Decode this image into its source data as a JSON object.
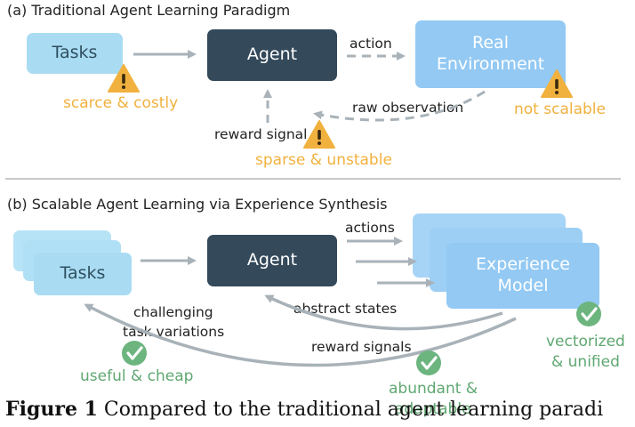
{
  "section_a": {
    "title": "(a) Traditional Agent Learning Paradigm",
    "tasks": "Tasks",
    "agent": "Agent",
    "env_line1": "Real",
    "env_line2": "Environment",
    "action": "action",
    "raw_observation": "raw observation",
    "reward_signal": "reward signal",
    "scarce": "scarce & costly",
    "sparse": "sparse & unstable",
    "not_scalable": "not scalable"
  },
  "section_b": {
    "title": "(b) Scalable Agent Learning via Experience Synthesis",
    "tasks": "Tasks",
    "agent": "Agent",
    "model_line1": "Experience",
    "model_line2": "Model",
    "actions": "actions",
    "abstract_states": "abstract states",
    "reward_signals": "reward signals",
    "challenging_line1": "challenging",
    "challenging_line2": "task variations",
    "useful": "useful & cheap",
    "abundant_line1": "abundant &",
    "abundant_line2": "adaptable",
    "vectorized_line1": "vectorized",
    "vectorized_line2": "& unified"
  },
  "caption": {
    "label": "Figure 1",
    "text": "Compared to the traditional agent learning paradi"
  },
  "colors": {
    "light_box": "#a9dcf3",
    "dark_box": "#34495a",
    "blue_box": "#93c9f3",
    "arrow": "#a8b2b8",
    "warning": "#f1b13e",
    "success": "#6cb57f"
  },
  "icons": {
    "warning": "warning-triangle-icon",
    "success": "check-circle-icon"
  }
}
